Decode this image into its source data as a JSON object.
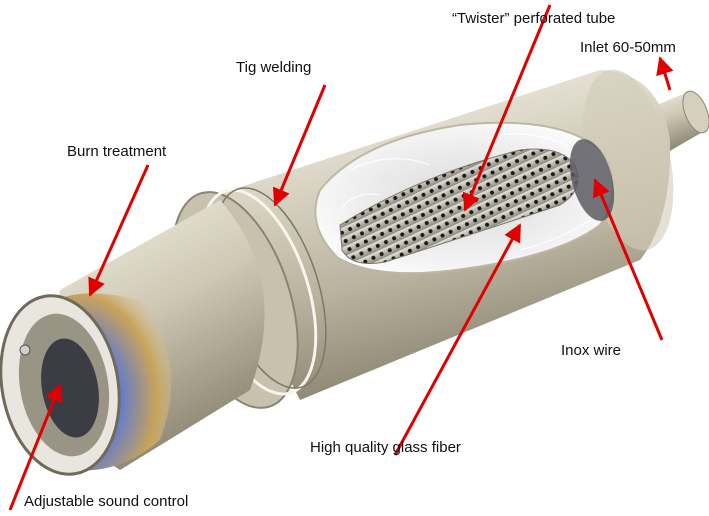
{
  "labels": {
    "twister_tube": "“Twister” perforated tube",
    "inlet": "Inlet 60-50mm",
    "tig_welding": "Tig welding",
    "burn_treatment": "Burn treatment",
    "inox_wire": "Inox wire",
    "glass_fiber": "High quality glass fiber",
    "sound_control": "Adjustable sound control"
  },
  "colors": {
    "arrow": "#e00000",
    "steel_light": "#f2f0e8",
    "steel_mid": "#c9c3b0",
    "steel_dark": "#7d7867",
    "burn_blue": "#5a6fb8",
    "burn_gold": "#c9a45a",
    "fiber": "#eeeeee",
    "inner_dark": "#5a5a62"
  }
}
